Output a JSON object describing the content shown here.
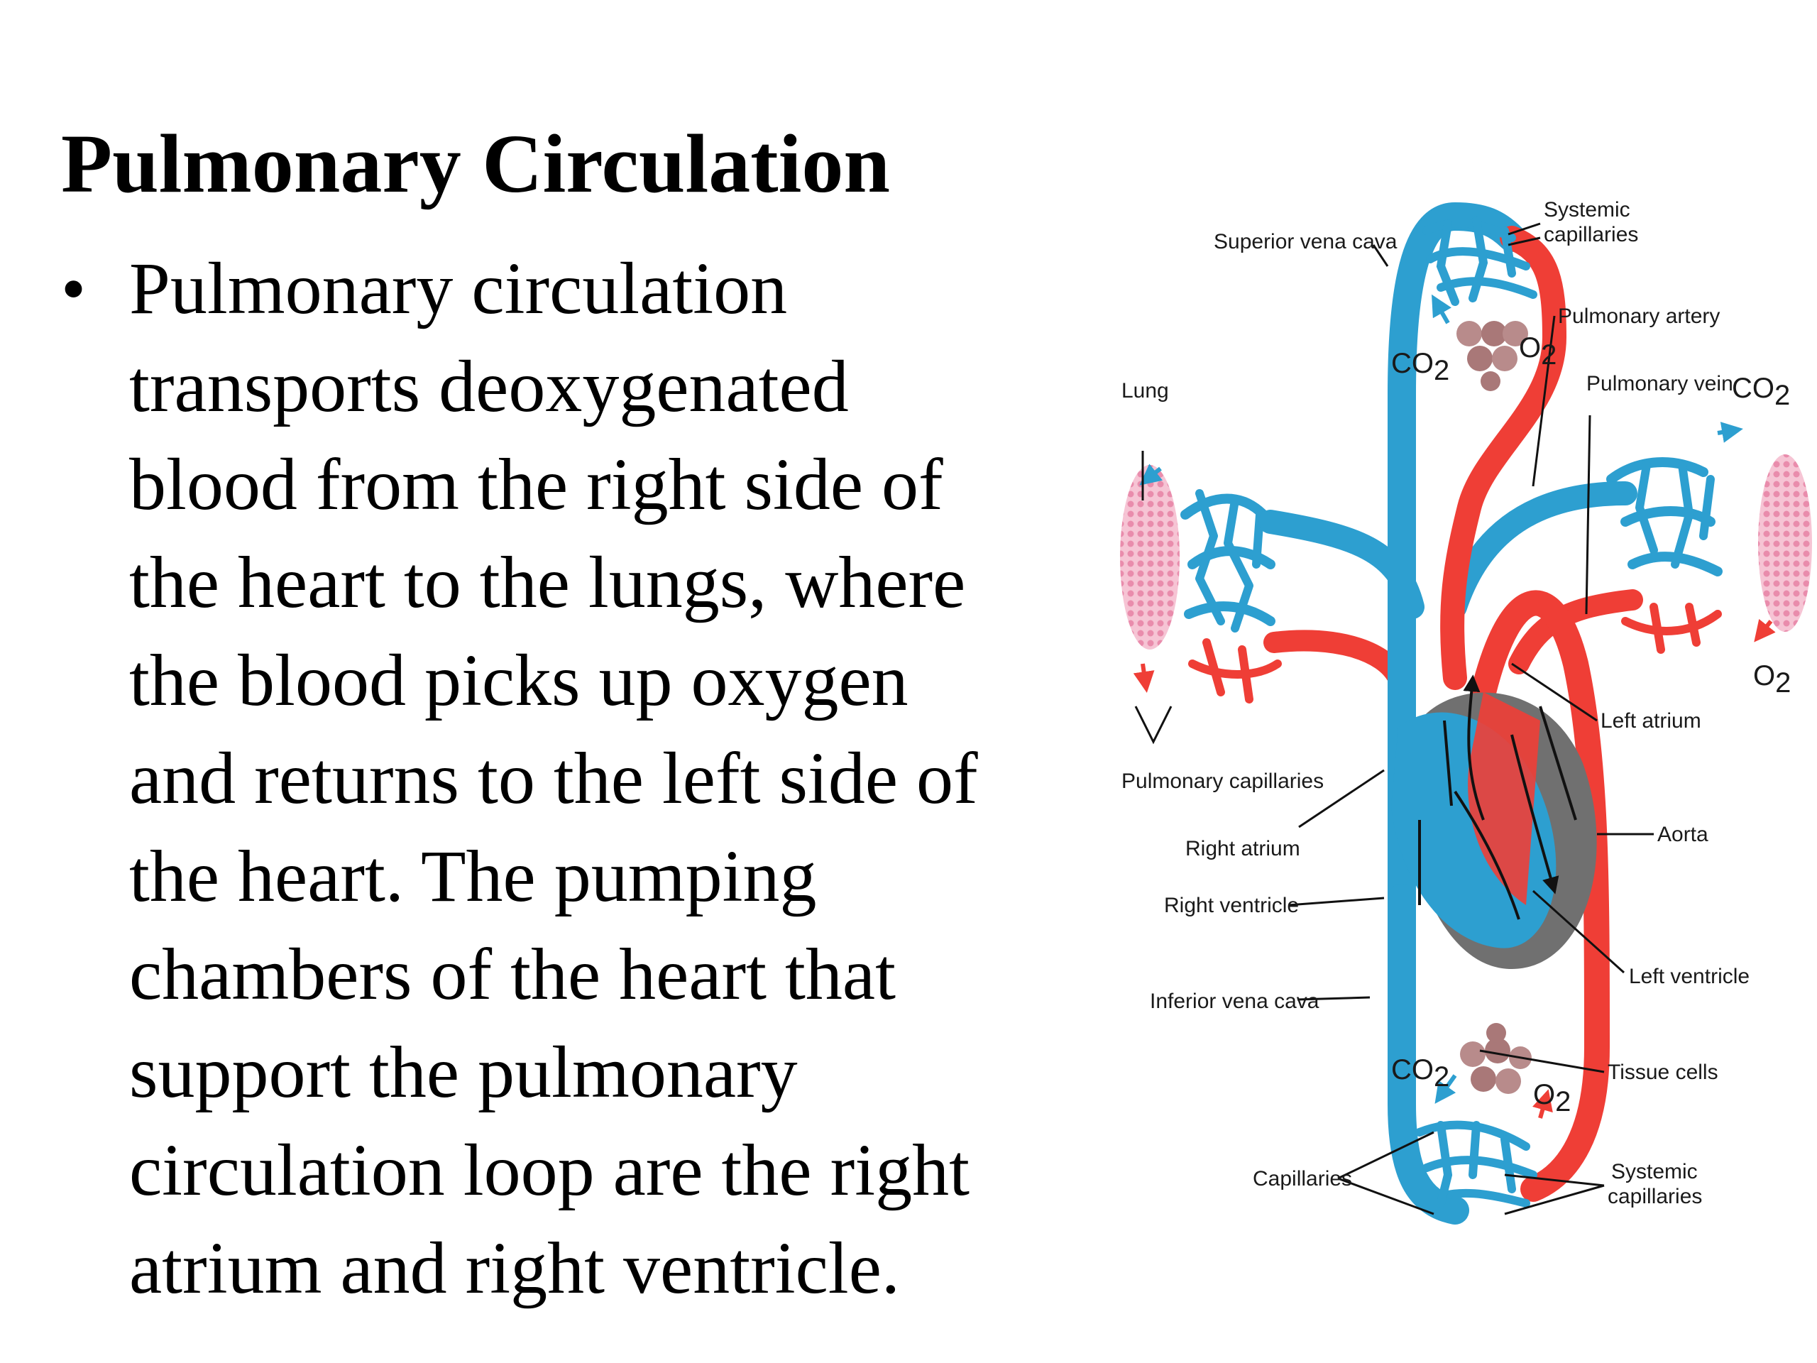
{
  "slide": {
    "title": "Pulmonary Circulation",
    "bullet_symbol": "•",
    "bullet_lines": [
      "Pulmonary circulation",
      "transports deoxygenated",
      "blood from the right side of",
      "the heart to the lungs, where",
      "the blood picks up oxygen",
      "and returns to the left side of",
      "the heart. The pumping",
      "chambers of the heart that",
      "support the pulmonary",
      "circulation loop are the right",
      "atrium and right ventricle."
    ]
  },
  "diagram": {
    "labels": {
      "superior_vena_cava": "Superior vena cava",
      "systemic_capillaries_top_1": "Systemic",
      "systemic_capillaries_top_2": "capillaries",
      "pulmonary_artery": "Pulmonary artery",
      "pulmonary_vein": "Pulmonary vein",
      "lung": "Lung",
      "left_atrium": "Left atrium",
      "pulmonary_capillaries": "Pulmonary capillaries",
      "aorta": "Aorta",
      "right_atrium": "Right atrium",
      "right_ventricle": "Right ventricle",
      "left_ventricle": "Left ventricle",
      "inferior_vena_cava": "Inferior vena cava",
      "tissue_cells": "Tissue cells",
      "capillaries": "Capillaries",
      "systemic_capillaries_bottom_1": "Systemic",
      "systemic_capillaries_bottom_2": "capillaries"
    },
    "gas": {
      "co2": "CO",
      "o2": "O",
      "subscript": "2"
    },
    "colors": {
      "deoxygenated": "#2d9fd0",
      "oxygenated": "#ef3e36",
      "heart_wall": "#707070",
      "lung": "#f2a9c2",
      "tissue": "#b88b8b"
    }
  }
}
